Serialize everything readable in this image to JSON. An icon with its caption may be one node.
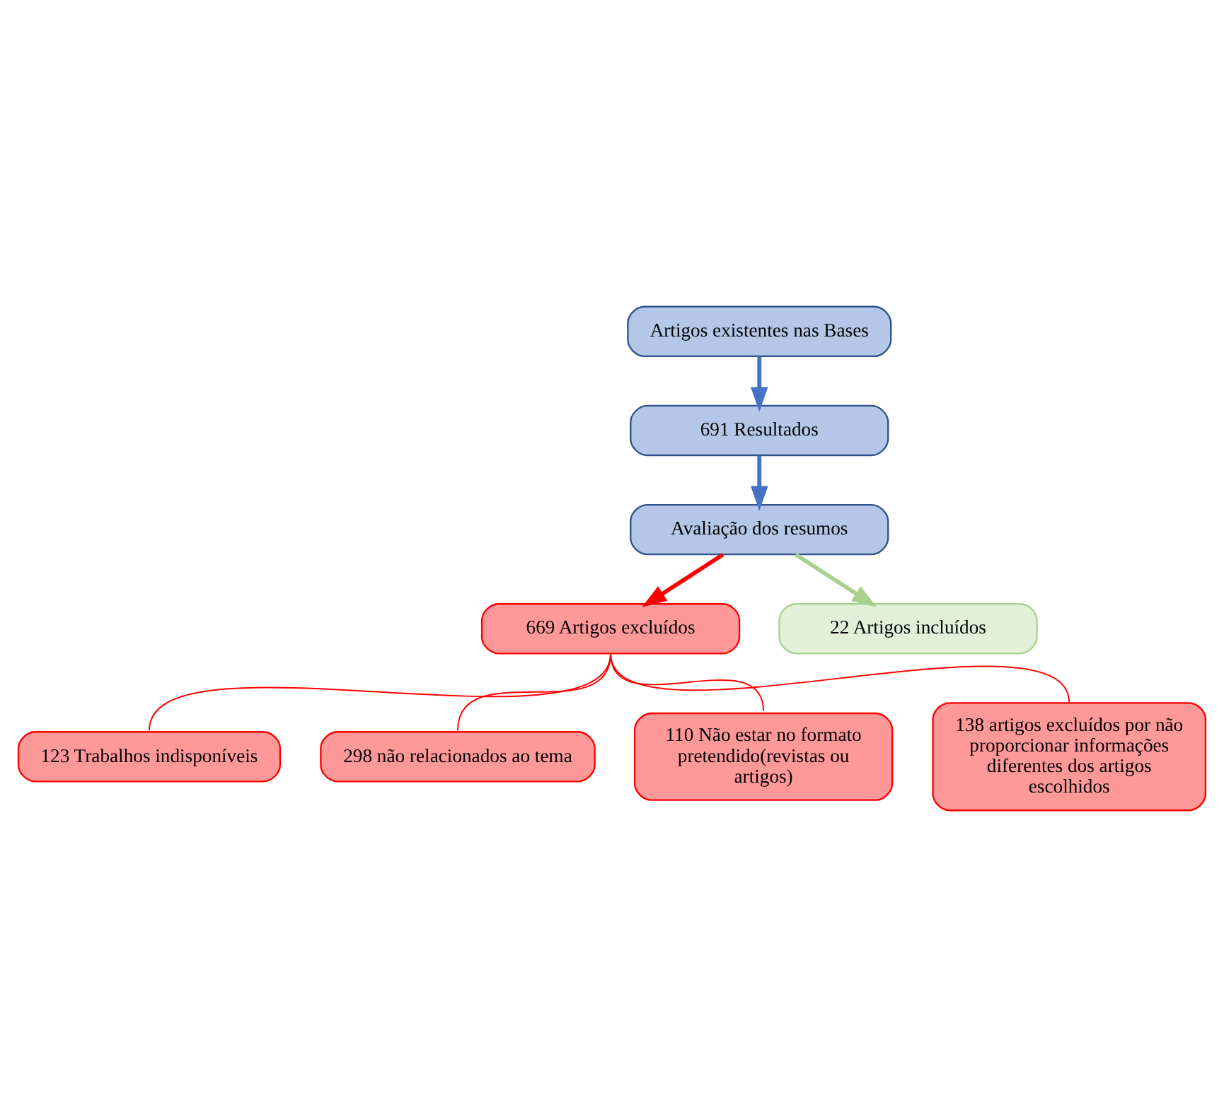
{
  "diagram": {
    "nodes": [
      {
        "text": [
          "Artigos existentes nas Bases"
        ]
      },
      {
        "text": [
          "691 Resultados"
        ]
      },
      {
        "text": [
          "Avaliação dos resumos"
        ]
      },
      {
        "text": [
          "669 Artigos excluídos"
        ]
      },
      {
        "text": [
          "22 Artigos incluídos"
        ]
      },
      {
        "text": [
          "123 Trabalhos indisponíveis"
        ]
      },
      {
        "text": [
          "298 não relacionados ao tema"
        ]
      },
      {
        "text": [
          "110 Não estar no formato pretendido(revistas ou artigos)"
        ]
      },
      {
        "text": [
          "138 artigos excluídos por não proporcionar informações diferentes dos artigos escolhidos"
        ]
      }
    ],
    "edges": [
      {
        "from": 0,
        "to": 1,
        "arrow": "to",
        "style": "thick",
        "color": "#4472c4"
      },
      {
        "from": 1,
        "to": 2,
        "arrow": "to",
        "style": "thick",
        "color": "#4472c4"
      },
      {
        "from": 2,
        "to": 3,
        "arrow": "to",
        "style": "thick"
      },
      {
        "from": 2,
        "to": 4,
        "arrow": "to",
        "style": "thick",
        "color": "#a9d18e"
      },
      {
        "from": 3,
        "to": 5,
        "arrow": "none"
      },
      {
        "from": 3,
        "to": 6,
        "arrow": "none"
      },
      {
        "from": 3,
        "to": 7,
        "arrow": "none"
      },
      {
        "from": 3,
        "to": 8,
        "arrow": "none"
      }
    ]
  }
}
